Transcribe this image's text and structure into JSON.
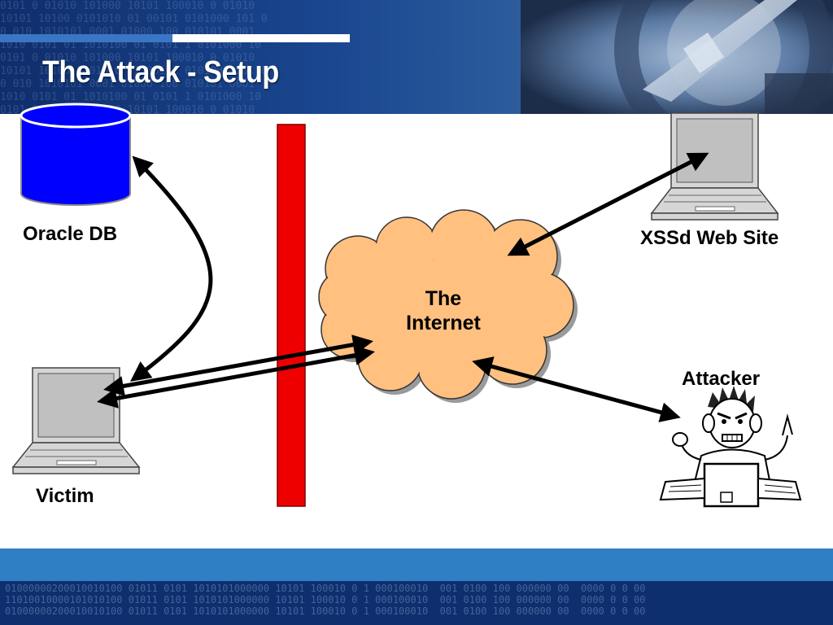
{
  "slide": {
    "title": "The Attack - Setup",
    "header_binary": "0101 0 01010 101000 10101 100010 0 01010\n10101 10100 0101010 01 00101 0101000 101 0\n0 010 1010101 0001 01000 100 010101 0001\n1010 0101 01 1010100 01 0101 1 0101000 10\n0101 0 01010 101000 10101 100010 0 01010\n10101 10100 0101010 01 00101 0101000 101 0\n0 010 1010101 0001 01000 100 010101 0001\n1010 0101 01 1010100 01 0101 1 0101000 10\n0101 0 01010 101000 10101 100010 0 01010",
    "footer_binary": "01000000200010010100 01011 0101 1010101000000 10101 100010 0 1 000100010  001 0100 100 000000 00  0000 0 0 00\n11010010000101010100 01011 0101 1010101000000 10101 100010 0 1 000100010  001 0100 100 000000 00  0000 0 0 00\n01000000200010010100 01011 0101 1010101000000 10101 100010 0 1 000100010  001 0100 100 000000 00  0000 0 0 00"
  },
  "nodes": {
    "oracle_db": "Oracle DB",
    "xss_site": "XSSd Web Site",
    "internet_line1": "The",
    "internet_line2": "Internet",
    "attacker": "Attacker",
    "victim": "Victim"
  },
  "colors": {
    "database": "#0000ff",
    "firewall": "#ee0000",
    "cloud": "#ffc080",
    "laptop_body": "#d6d6d6",
    "laptop_screen": "#c0c0c0"
  }
}
